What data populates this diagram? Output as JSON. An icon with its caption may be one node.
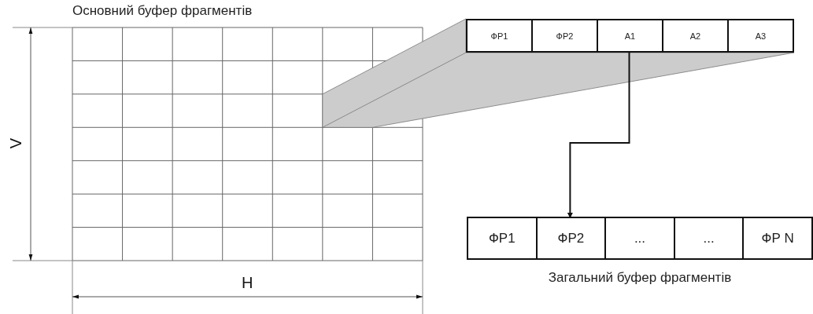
{
  "diagram": {
    "nodes": [
      {
        "text": [
          "Основний буфер фрагментів"
        ]
      },
      {
        "text": [],
        "shape": "box"
      },
      {
        "text": [
          "ФР1"
        ],
        "in": 1
      },
      {
        "text": [
          "ФР2"
        ],
        "in": 1
      },
      {
        "text": [
          "А1"
        ],
        "in": 1
      },
      {
        "text": [
          "А2"
        ],
        "in": 1
      },
      {
        "text": [
          "А3"
        ],
        "in": 1
      },
      {
        "text": [
          "Загальний буфер фрагментів"
        ]
      },
      {
        "text": [
          "ФР1"
        ],
        "in": 7
      },
      {
        "text": [
          "ФР2"
        ],
        "in": 7
      },
      {
        "text": [
          "..."
        ],
        "in": 7
      },
      {
        "text": [
          "..."
        ],
        "in": 7
      },
      {
        "text": [
          "ФР N"
        ],
        "in": 7
      }
    ],
    "edges": [
      {
        "from": 4,
        "to": 9,
        "arrow": "to"
      }
    ],
    "labels": [
      "V",
      "H"
    ]
  }
}
